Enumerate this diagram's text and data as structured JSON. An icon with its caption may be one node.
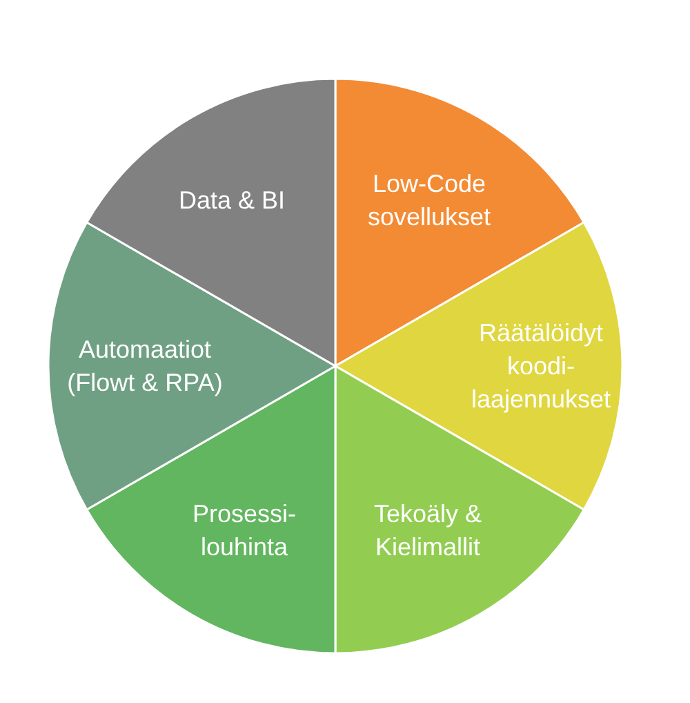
{
  "diagram": {
    "nodes": [
      {
        "text": [
          "Low-Code sovellukset"
        ]
      },
      {
        "text": [
          "Räätälöidyt koodi-laajennukset"
        ]
      },
      {
        "text": [
          "Tekoäly & Kielimallit"
        ]
      },
      {
        "text": [
          "Prosessi-louhinta"
        ]
      },
      {
        "text": [
          "Automaatiot (Flowt & RPA)"
        ]
      },
      {
        "text": [
          "Data & BI"
        ]
      }
    ]
  }
}
